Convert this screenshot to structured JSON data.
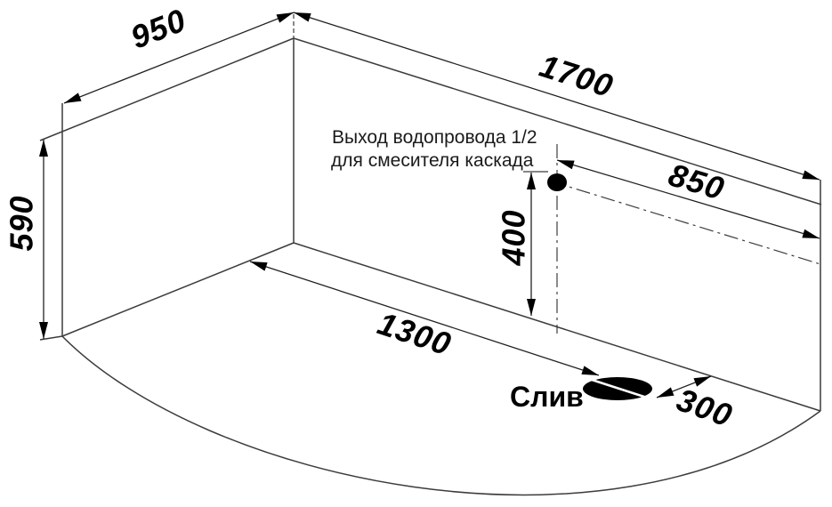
{
  "annotation": {
    "line1": "Выход водопровода 1/2",
    "line2": "для смесителя каскада"
  },
  "drain_label": "Слив",
  "dimensions": {
    "back_left_edge": "950",
    "back_right_edge": "1700",
    "wall_height": "590",
    "outlet_to_right_edge": "850",
    "outlet_height_above_rim": "400",
    "drain_from_corner": "1300",
    "drain_to_right_wall": "300"
  },
  "colors": {
    "line": "#3c3c3c",
    "ink": "#000000",
    "background": "#ffffff"
  }
}
